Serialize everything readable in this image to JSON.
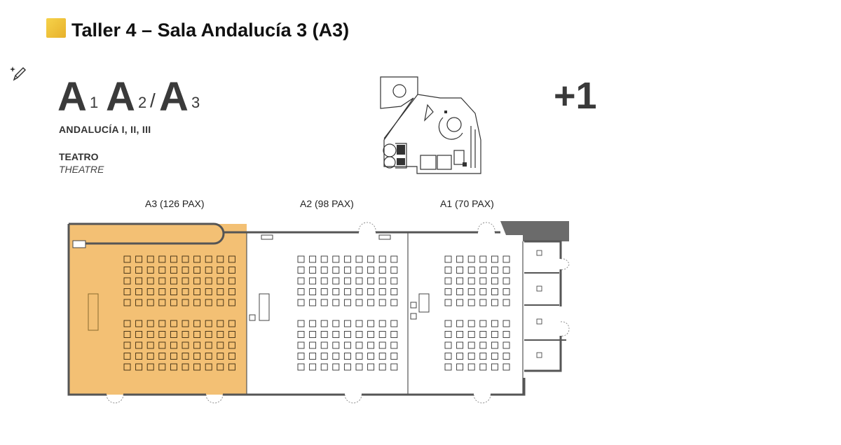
{
  "header": {
    "title": "Taller 4 – Sala Andalucía 3 (A3)",
    "accent_color": "#e9b82e"
  },
  "codes": {
    "letter": "A",
    "indices": [
      "1",
      "2",
      "3"
    ],
    "separator": "/"
  },
  "room_names": "ANDALUCÍA I, II, III",
  "layout": {
    "label_es": "TEATRO",
    "label_en": "THEATRE"
  },
  "floor": "+1",
  "rooms": [
    {
      "label": "A3 (126 PAX)",
      "highlight_color": "#f3c074"
    },
    {
      "label": "A2 (98 PAX)"
    },
    {
      "label": "A1 (70 PAX)"
    }
  ],
  "icons": [
    "edit-sparkle-icon"
  ]
}
